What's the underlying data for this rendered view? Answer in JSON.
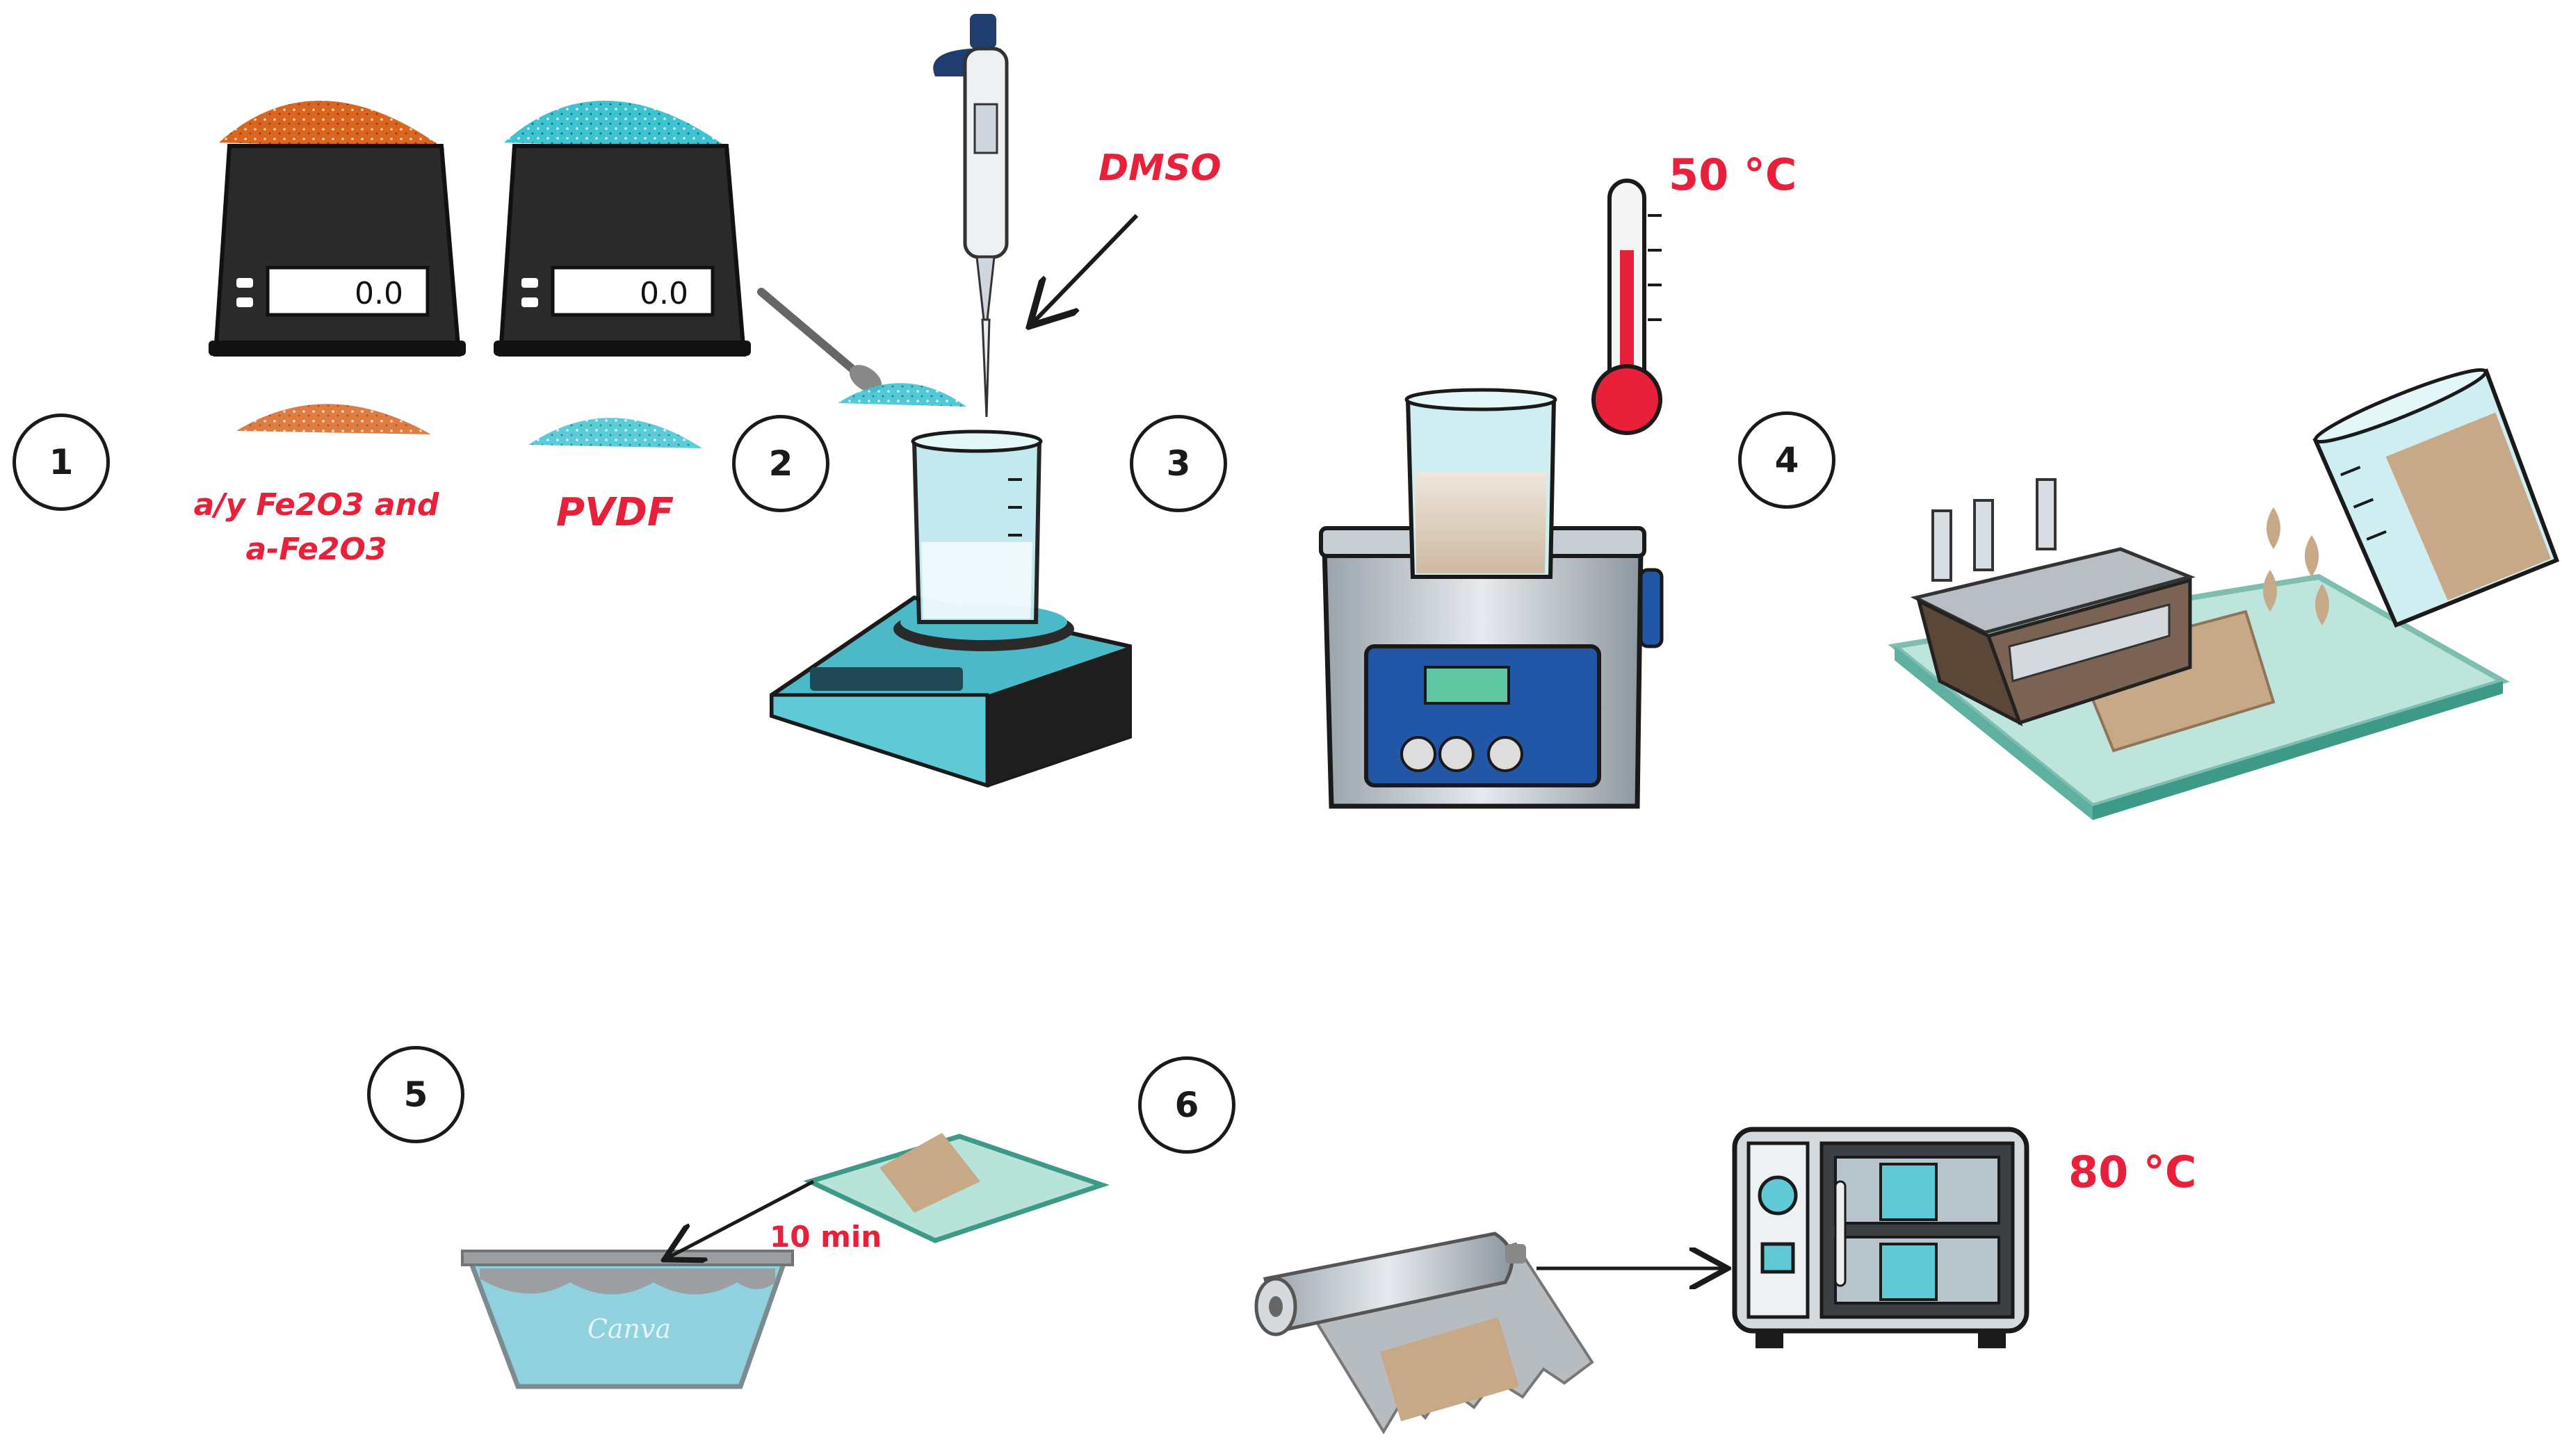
{
  "steps": [
    "1",
    "2",
    "3",
    "4",
    "5",
    "6"
  ],
  "labels": {
    "oxide": "a/y Fe2O3 and\na-Fe2O3",
    "pvdf": "PVDF",
    "dmso": "DMSO",
    "temp1": "50 °C",
    "time": "10 min",
    "temp2": "80 °C"
  },
  "scale_display": "0.0",
  "watermark": "Canva",
  "colors": {
    "label_red": "#e8203a",
    "oxide_orange": "#d9651f",
    "pvdf_cyan": "#3ec3d3",
    "outline": "#1a1a1a",
    "glass": "#9fd8dd",
    "film_tan": "#c7a987",
    "bath_blue": "#2157a6",
    "plate_cyan": "#4bb9c7"
  },
  "icons": [
    "digital-scale-icon",
    "powder-pile-icon",
    "spatula-icon",
    "micropipette-icon",
    "beaker-icon",
    "magnetic-stirrer-icon",
    "thermometer-icon",
    "ultrasonic-bath-icon",
    "film-applicator-icon",
    "glass-plate-icon",
    "water-basin-icon",
    "aluminum-foil-roll-icon",
    "vacuum-oven-icon"
  ]
}
